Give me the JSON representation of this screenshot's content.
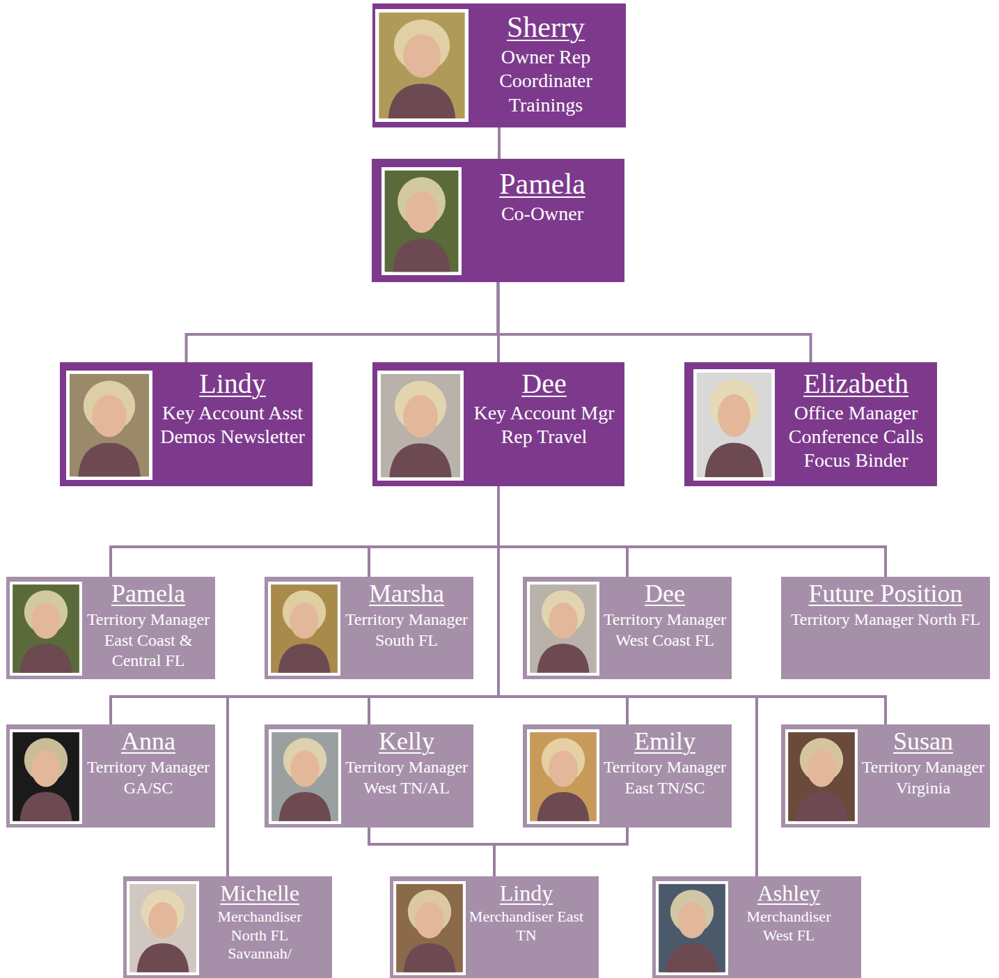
{
  "diagram": {
    "nodes": [
      {
        "text": [
          "Sherry",
          "Owner Rep Coordinater Trainings"
        ]
      },
      {
        "text": [
          "Pamela",
          "Co-Owner"
        ]
      },
      {
        "text": [
          "Lindy",
          "Key Account Asst Demos Newsletter"
        ]
      },
      {
        "text": [
          "Dee",
          "Key Account Mgr Rep Travel"
        ]
      },
      {
        "text": [
          "Elizabeth",
          "Office Manager Conference Calls Focus Binder"
        ]
      },
      {
        "text": [
          "Pamela",
          "Territory Manager East Coast & Central FL"
        ]
      },
      {
        "text": [
          "Marsha",
          "Territory Manager South FL"
        ]
      },
      {
        "text": [
          "Dee",
          "Territory Manager West Coast FL"
        ]
      },
      {
        "text": [
          "Future Position",
          "Territory Manager North FL"
        ]
      },
      {
        "text": [
          "Anna",
          "Territory Manager GA/SC"
        ]
      },
      {
        "text": [
          "Kelly",
          "Territory Manager West TN/AL"
        ]
      },
      {
        "text": [
          "Emily",
          "Territory Manager East TN/SC"
        ]
      },
      {
        "text": [
          "Susan",
          "Territory Manager Virginia"
        ]
      },
      {
        "text": [
          "Michelle",
          "Merchandiser North FL Savannah/"
        ]
      },
      {
        "text": [
          "Lindy",
          "Merchandiser East TN"
        ]
      },
      {
        "text": [
          "Ashley",
          "Merchandiser West FL"
        ]
      }
    ],
    "edges": [
      {
        "from": 0,
        "to": 1,
        "arrow": "none"
      },
      {
        "from": 1,
        "to": 2,
        "arrow": "none"
      },
      {
        "from": 1,
        "to": 3,
        "arrow": "none"
      },
      {
        "from": 1,
        "to": 4,
        "arrow": "none"
      },
      {
        "from": 3,
        "to": 5,
        "arrow": "none"
      },
      {
        "from": 3,
        "to": 6,
        "arrow": "none"
      },
      {
        "from": 3,
        "to": 7,
        "arrow": "none"
      },
      {
        "from": 3,
        "to": 8,
        "arrow": "none"
      },
      {
        "from": 3,
        "to": 9,
        "arrow": "none"
      },
      {
        "from": 3,
        "to": 10,
        "arrow": "none"
      },
      {
        "from": 3,
        "to": 11,
        "arrow": "none"
      },
      {
        "from": 3,
        "to": 12,
        "arrow": "none"
      },
      {
        "from": 3,
        "to": 13,
        "arrow": "none"
      },
      {
        "from": 3,
        "to": 15,
        "arrow": "none"
      },
      {
        "from": 10,
        "to": 14,
        "arrow": "none"
      },
      {
        "from": 11,
        "to": 14,
        "arrow": "none"
      }
    ]
  }
}
